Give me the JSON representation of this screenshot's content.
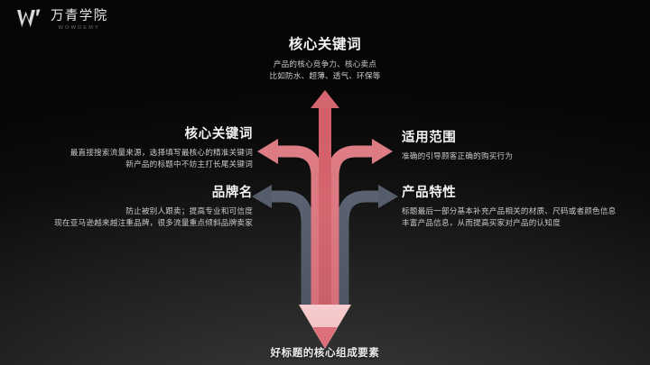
{
  "brand": {
    "logo_icon": "w-monogram-icon",
    "name_cn": "万青学院",
    "name_en": "WOWDEMY"
  },
  "diagram": {
    "type": "pencil-split-arrows",
    "colors": {
      "background_top": "#060606",
      "background_bottom": "#3d3d3d",
      "arrow_pink": "#d4666f",
      "arrow_pink_light": "#dd7b82",
      "arrow_gray": "#555d6b",
      "pencil_body": "#f4c3c5",
      "pencil_tip": "#dd6f79",
      "heading_text": "#f2f2f2",
      "body_text": "#c9c9c9"
    },
    "branches": [
      {
        "id": "center-up",
        "direction": "up",
        "color": "#d4666f"
      },
      {
        "id": "upper-left",
        "direction": "left",
        "color": "#dd7b82"
      },
      {
        "id": "upper-right",
        "direction": "right",
        "color": "#dd7b82"
      },
      {
        "id": "lower-left",
        "direction": "left",
        "color": "#555d6b"
      },
      {
        "id": "lower-right",
        "direction": "right",
        "color": "#555d6b"
      }
    ]
  },
  "blocks": {
    "top": {
      "heading": "核心关键词",
      "lines": [
        "产品的核心竞争力、核心卖点",
        "比如防水、超薄、透气、环保等"
      ]
    },
    "left_top": {
      "heading": "核心关键词",
      "lines": [
        "最直接搜索流量来源，选择填写最核心的精准关键词",
        "新产品的标题中不妨主打长尾关键词"
      ]
    },
    "left_bottom": {
      "heading": "品牌名",
      "lines": [
        "防止被别人跟卖；提高专业和可信度",
        "现在亚马逊越来越注重品牌，很多流量重点倾斜品牌卖家"
      ]
    },
    "right_top": {
      "heading": "适用范围",
      "lines": [
        "准确的引导顾客正确的购买行为"
      ]
    },
    "right_bottom": {
      "heading": "产品特性",
      "lines": [
        "标题最后一部分基本补充产品相关的材质、尺码或者颜色信息",
        "丰富产品信息，从而提高买家对产品的认知度"
      ]
    },
    "bottom": {
      "heading": "好标题的核心组成要素"
    }
  }
}
